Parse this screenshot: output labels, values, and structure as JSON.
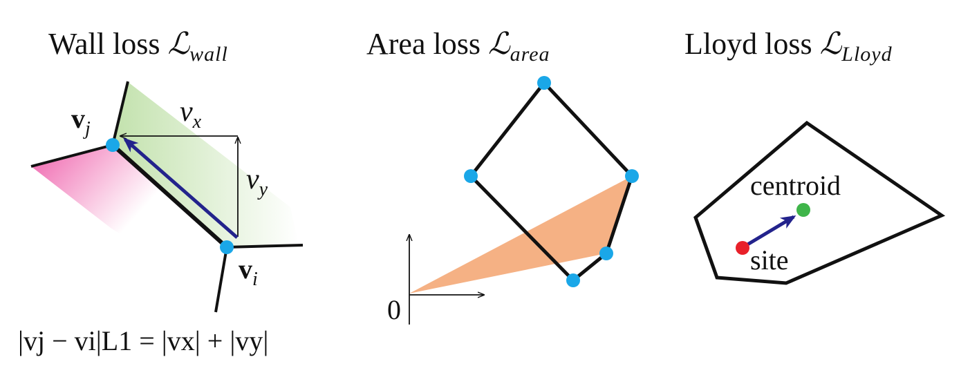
{
  "panels": [
    {
      "title_text": "Wall loss ",
      "title_symbol": "ℒ",
      "title_subscript": "wall"
    },
    {
      "title_text": "Area loss ",
      "title_symbol": "ℒ",
      "title_subscript": "area"
    },
    {
      "title_text": "Lloyd loss ",
      "title_symbol": "ℒ",
      "title_subscript": "Lloyd"
    }
  ],
  "wall": {
    "vj_letter": "v",
    "vj_sub": "j",
    "vi_letter": "v",
    "vi_sub": "i",
    "vx_letter": "v",
    "vx_sub": "x",
    "vy_letter": "v",
    "vy_sub": "y",
    "formula": "|vj − vi|L1 = |vx| + |vy|"
  },
  "area": {
    "origin_label": "0"
  },
  "lloyd": {
    "centroid_label": "centroid",
    "site_label": "site"
  },
  "colors": {
    "vertex": "#1aa7e8",
    "arrow": "#23238c",
    "triangle_fill": "#f5b184",
    "green_shade": "#bfe0a8",
    "pink_shade": "#ee5aa8",
    "site": "#e8202a",
    "centroid": "#3fb54a"
  }
}
